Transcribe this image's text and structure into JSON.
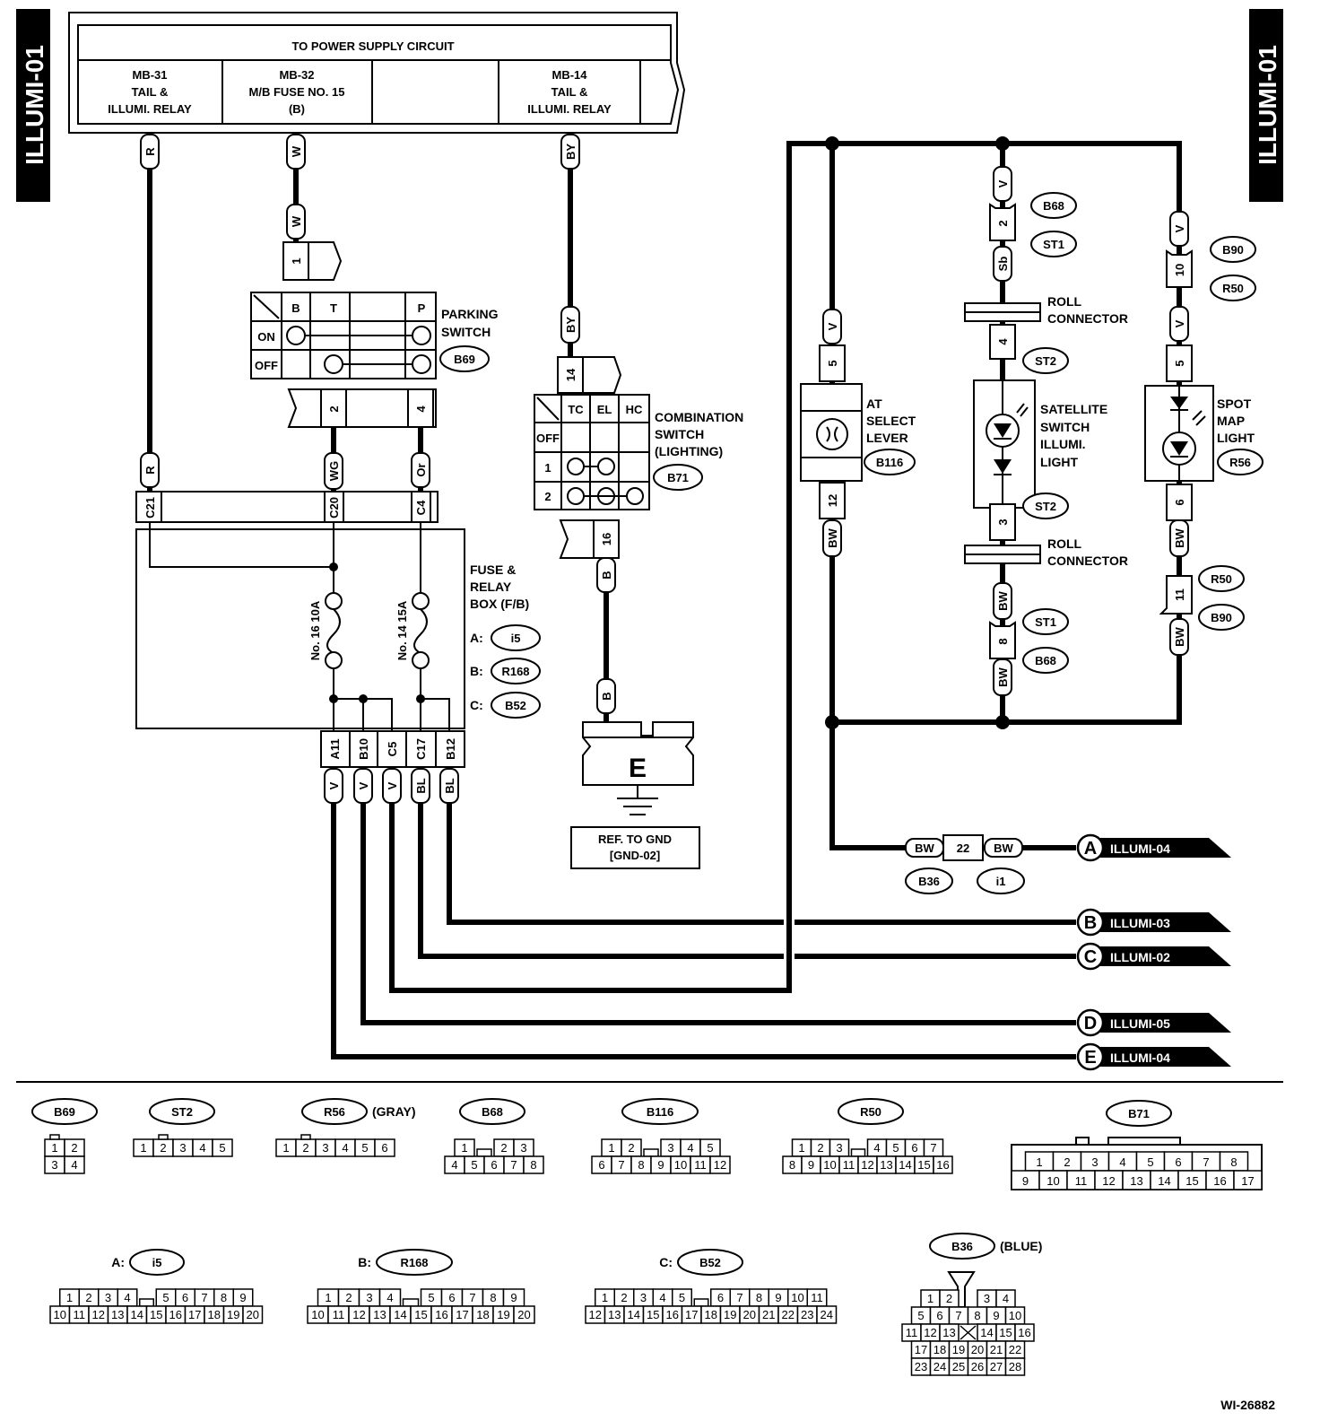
{
  "side_label_left": "ILLUMI-01",
  "side_label_right": "ILLUMI-01",
  "power_supply": {
    "title": "TO POWER SUPPLY CIRCUIT",
    "cells": [
      [
        "MB-31",
        "TAIL &",
        "ILLUMI. RELAY"
      ],
      [
        "MB-32",
        "M/B FUSE NO. 15",
        "(B)"
      ],
      [
        "MB-14",
        "TAIL &",
        "ILLUMI. RELAY"
      ]
    ]
  },
  "wire_colors": {
    "r": "R",
    "w": "W",
    "by": "BY",
    "wg": "WG",
    "or": "Or",
    "b": "B",
    "v": "V",
    "bw": "BW",
    "bl": "BL",
    "sb": "Sb"
  },
  "parking_switch": {
    "name_lines": [
      "PARKING",
      "SWITCH"
    ],
    "connector": "B69",
    "headers": [
      "B",
      "T",
      "P"
    ],
    "rows": [
      "ON",
      "OFF"
    ],
    "pins": {
      "top": "1",
      "bottom_left": "2",
      "bottom_right": "4"
    }
  },
  "combination_switch": {
    "name_lines": [
      "COMBINATION",
      "SWITCH",
      "(LIGHTING)"
    ],
    "connector": "B71",
    "headers": [
      "TC",
      "EL",
      "HC"
    ],
    "rows": [
      "OFF",
      "1",
      "2"
    ],
    "pins": {
      "top": "14",
      "bottom": "16"
    }
  },
  "fuse_box": {
    "name_lines": [
      "FUSE &",
      "RELAY",
      "BOX (F/B)"
    ],
    "legend": [
      {
        "prefix": "A:",
        "connector": "i5"
      },
      {
        "prefix": "B:",
        "connector": "R168"
      },
      {
        "prefix": "C:",
        "connector": "B52"
      }
    ],
    "top_pins": [
      "C21",
      "C20",
      "C4"
    ],
    "bottom_pins": [
      "A11",
      "B10",
      "C5",
      "C17",
      "B12"
    ],
    "fuses": [
      "No. 16 10A",
      "No. 14 15A"
    ]
  },
  "ground": {
    "label": "E",
    "ref_lines": [
      "REF. TO GND",
      "[GND-02]"
    ]
  },
  "at_select_lever": {
    "name_lines": [
      "AT",
      "SELECT",
      "LEVER"
    ],
    "connector": "B116",
    "pins": {
      "top": "5",
      "bottom": "12"
    }
  },
  "satellite_switch": {
    "name_lines": [
      "SATELLITE",
      "SWITCH",
      "ILLUMI.",
      "LIGHT"
    ],
    "connectors": [
      "B68",
      "ST1",
      "ST2",
      "ST2",
      "ST1",
      "B68"
    ],
    "pins": [
      "2",
      "4",
      "3",
      "8"
    ],
    "roll_connector_lines": [
      "ROLL",
      "CONNECTOR"
    ]
  },
  "spot_map_light": {
    "name_lines": [
      "SPOT",
      "MAP",
      "LIGHT"
    ],
    "connectors": [
      "B90",
      "R50",
      "R56",
      "R50",
      "B90"
    ],
    "pins": [
      "10",
      "5",
      "6",
      "11"
    ]
  },
  "junction": {
    "pin": "22",
    "left_wire": "BW",
    "right_wire": "BW",
    "connectors": [
      "B36",
      "i1"
    ]
  },
  "destinations": [
    {
      "letter": "A",
      "label": "ILLUMI-04"
    },
    {
      "letter": "B",
      "label": "ILLUMI-03"
    },
    {
      "letter": "C",
      "label": "ILLUMI-02"
    },
    {
      "letter": "D",
      "label": "ILLUMI-05"
    },
    {
      "letter": "E",
      "label": "ILLUMI-04"
    }
  ],
  "connector_views": {
    "B69": {
      "name": "B69",
      "rows": [
        [
          "1",
          "2"
        ],
        [
          "3",
          "4"
        ]
      ]
    },
    "ST2": {
      "name": "ST2",
      "rows": [
        [
          "1",
          "2",
          "3",
          "4",
          "5"
        ]
      ]
    },
    "R56": {
      "name": "R56",
      "note": "(GRAY)",
      "rows": [
        [
          "1",
          "2",
          "3",
          "4",
          "5",
          "6"
        ]
      ]
    },
    "B68": {
      "name": "B68",
      "rows": [
        [
          "1",
          "",
          "2",
          "3"
        ],
        [
          "4",
          "5",
          "6",
          "7",
          "8"
        ]
      ]
    },
    "B116": {
      "name": "B116",
      "rows": [
        [
          "1",
          "2",
          "",
          "3",
          "4",
          "5"
        ],
        [
          "6",
          "7",
          "8",
          "9",
          "10",
          "11",
          "12"
        ]
      ]
    },
    "R50": {
      "name": "R50",
      "rows": [
        [
          "1",
          "2",
          "3",
          "",
          "4",
          "5",
          "6",
          "7"
        ],
        [
          "8",
          "9",
          "10",
          "11",
          "12",
          "13",
          "14",
          "15",
          "16"
        ]
      ]
    },
    "B71": {
      "name": "B71",
      "rows": [
        [
          "1",
          "2",
          "3",
          "4",
          "5",
          "6",
          "7",
          "8"
        ],
        [
          "9",
          "10",
          "11",
          "12",
          "13",
          "14",
          "15",
          "16",
          "17"
        ]
      ]
    },
    "i5": {
      "prefix": "A:",
      "name": "i5",
      "rows": [
        [
          "1",
          "2",
          "3",
          "4",
          "",
          "5",
          "6",
          "7",
          "8",
          "9"
        ],
        [
          "10",
          "11",
          "12",
          "13",
          "14",
          "15",
          "16",
          "17",
          "18",
          "19",
          "20"
        ]
      ]
    },
    "R168": {
      "prefix": "B:",
      "name": "R168",
      "rows": [
        [
          "1",
          "2",
          "3",
          "4",
          "",
          "5",
          "6",
          "7",
          "8",
          "9"
        ],
        [
          "10",
          "11",
          "12",
          "13",
          "14",
          "15",
          "16",
          "17",
          "18",
          "19",
          "20"
        ]
      ]
    },
    "B52": {
      "prefix": "C:",
      "name": "B52",
      "rows": [
        [
          "1",
          "2",
          "3",
          "4",
          "5",
          "",
          "6",
          "7",
          "8",
          "9",
          "10",
          "11"
        ],
        [
          "12",
          "13",
          "14",
          "15",
          "16",
          "17",
          "18",
          "19",
          "20",
          "21",
          "22",
          "23",
          "24"
        ]
      ]
    },
    "B36": {
      "name": "B36",
      "note": "(BLUE)",
      "rows": [
        [
          "1",
          "2",
          "",
          "3",
          "4"
        ],
        [
          "5",
          "6",
          "7",
          "8",
          "9",
          "10"
        ],
        [
          "11",
          "12",
          "13",
          "",
          "14",
          "15",
          "16"
        ],
        [
          "17",
          "18",
          "19",
          "20",
          "21",
          "22"
        ],
        [
          "23",
          "24",
          "25",
          "26",
          "27",
          "28"
        ]
      ]
    }
  },
  "figure_id": "WI-26882"
}
